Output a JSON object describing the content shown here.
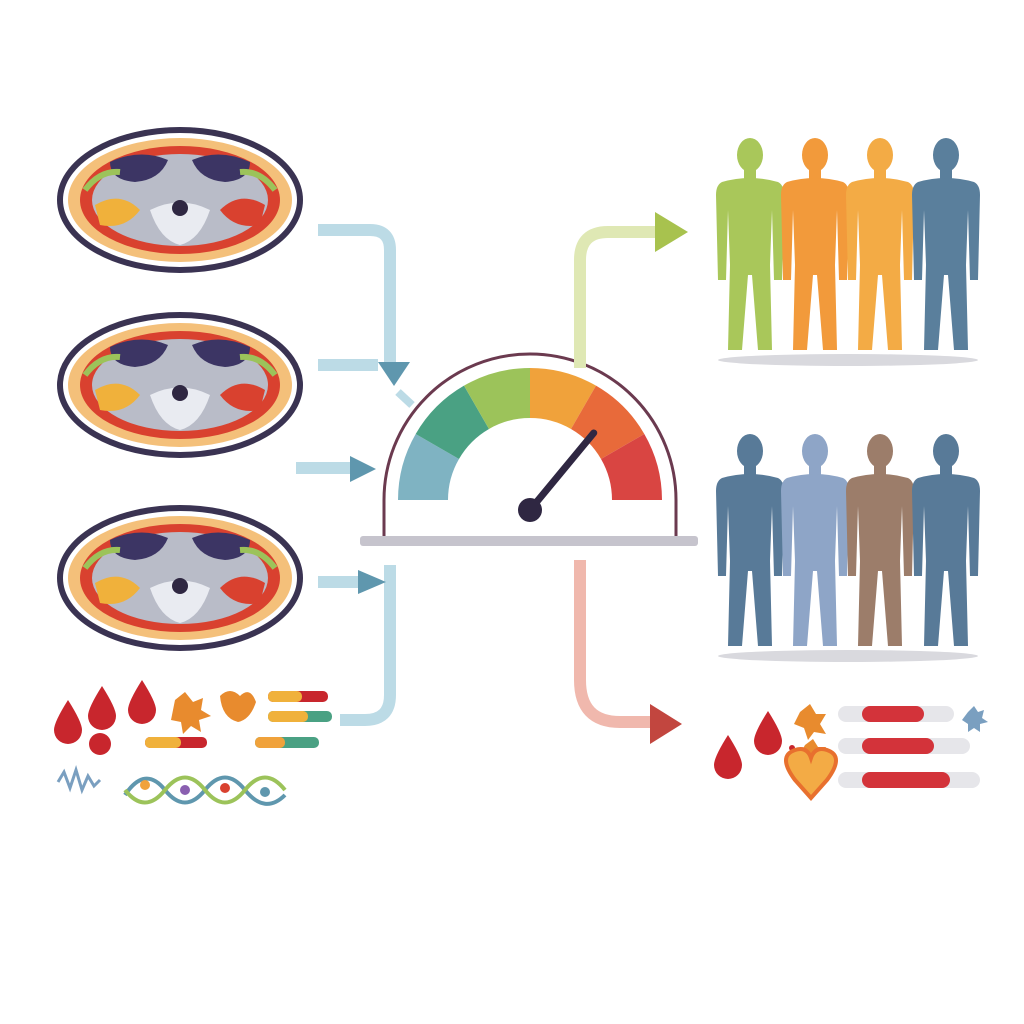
{
  "colors": {
    "arrow_input": "#bcdbe6",
    "arrow_input_head": "#5f97ae",
    "arrow_high": "#f0b8ad",
    "arrow_high_head": "#c2463f",
    "arrow_low": "#dfe8b4",
    "arrow_low_head": "#a8c24e",
    "gauge_segments": [
      "#7fb3c2",
      "#4aa183",
      "#9cc35a",
      "#f0a23b",
      "#e86a3a",
      "#d94542"
    ],
    "gauge_outline": "#6b3a4f",
    "needle": "#2f2742",
    "blood": "#c8262d",
    "scan_ring": "#3a3352",
    "scan_fat": "#f4c07a",
    "scan_red": "#d9412f",
    "scan_dark": "#3c3564",
    "scan_gray": "#b9bcc8",
    "low_risk_people": [
      "#a9c75a",
      "#f29a3b",
      "#f3ab45",
      "#5a7f9c"
    ],
    "high_risk_people": [
      "#587a98",
      "#8ea5c7",
      "#9c7d6a",
      "#587a98"
    ]
  },
  "icons": {
    "scan": "ct-scan-icon",
    "gauge": "risk-gauge-icon",
    "blood": "blood-drop-icon",
    "dna": "dna-strand-icon",
    "heart": "heart-icon",
    "test_tube": "test-tube-icon",
    "person": "person-silhouette-icon"
  },
  "gauge": {
    "needle_level": 0.72
  },
  "panels": {
    "input_scans": 3,
    "low_risk_people": 4,
    "high_risk_people": 4
  }
}
